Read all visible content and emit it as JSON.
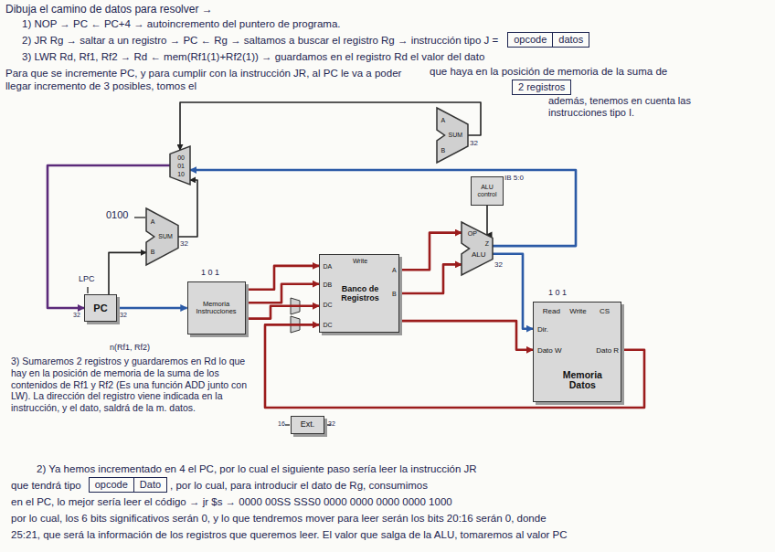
{
  "diagram": {
    "nodes": [
      {
        "text": [
          "opcode",
          "datos"
        ]
      },
      {
        "text": [
          "2 registros"
        ]
      },
      {
        "text": [
          "A",
          "B",
          "SUM"
        ]
      },
      {
        "text": [
          "00",
          "01",
          "10"
        ]
      },
      {
        "text": [
          "ALU control"
        ]
      },
      {
        "text": [
          "A",
          "B",
          "SUM"
        ]
      },
      {
        "text": [
          "OP",
          "Z",
          "ALU"
        ]
      },
      {
        "text": [
          "Write",
          "DA",
          "DB",
          "DC",
          "DC",
          "Banco de Registros",
          "A",
          "B"
        ]
      },
      {
        "text": [
          "PC"
        ]
      },
      {
        "text": [
          "Memoria Instrucciones"
        ]
      },
      {
        "text": [
          "Read",
          "Write",
          "CS",
          "Dir.",
          "Dato W",
          "Dato R",
          "Memoria Datos"
        ]
      },
      {
        "text": [
          "Ext."
        ]
      },
      {
        "text": [
          "opcode",
          "Dato"
        ]
      }
    ],
    "edges": [
      {
        "from": 8,
        "to": 9,
        "arrow": "to"
      },
      {
        "from": 8,
        "to": 5,
        "arrow": "to"
      },
      {
        "from": 5,
        "to": 3,
        "arrow": "to"
      },
      {
        "from": 2,
        "to": 3,
        "arrow": "to"
      },
      {
        "from": 6,
        "to": 3,
        "arrow": "to"
      },
      {
        "from": 4,
        "to": 6,
        "arrow": "to"
      },
      {
        "from": 7,
        "to": 6,
        "arrow": "to"
      },
      {
        "from": 7,
        "to": 6,
        "arrow": "to"
      },
      {
        "from": 7,
        "to": 10,
        "arrow": "to"
      },
      {
        "from": 6,
        "to": 10,
        "arrow": "to"
      },
      {
        "from": 10,
        "to": 7,
        "arrow": "to"
      },
      {
        "from": 9,
        "to": 7,
        "arrow": "to"
      },
      {
        "from": 9,
        "to": 7,
        "arrow": "to"
      },
      {
        "from": 9,
        "to": 7,
        "arrow": "to"
      },
      {
        "from": 3,
        "to": 8,
        "arrow": "to"
      }
    ],
    "labels": [
      "Dibuja el camino de datos para resolver →",
      "1) NOP → PC ← PC+4 → autoincremento del puntero de programa.",
      "2) JR Rg → saltar a un registro → PC ← Rg → saltamos a buscar el registro Rg → instrucción tipo J =",
      "3) LWR Rd, Rf1, Rf2 → Rd ← mem(Rf1(1)+Rf2(1)) → guardamos en el registro Rd el valor del dato",
      "Para que se incremente PC, y para cumplir con la instrucción JR, al PC le va a poder llegar incremento de 3 posibles, tomos el",
      "que haya en la posición de memoria de la suma de",
      "además, tenemos en cuenta las instrucciones tipo I.",
      "32",
      "IB 5:0",
      "0100",
      "32",
      "LPC",
      "32",
      "32",
      "1 0 1",
      "32",
      "1 0 1",
      "n(Rf1, Rf2)",
      "3) Sumaremos 2 registros y guardaremos en Rd lo que hay en la posición de memoria de la suma de los contenidos de Rf1 y Rf2 (Es una función ADD junto con LW). La dirección del registro viene indicada en la instrucción, y el dato, saldrá de la m. datos.",
      "16",
      "32",
      "2) Ya hemos incrementado en 4 el PC, por lo cual el siguiente paso sería leer la instrucción JR",
      "que tendrá tipo",
      ", por lo cual, para introducir el dato de Rg, consumimos",
      "en el PC, lo mejor sería leer el código → jr $s → 0000 00SS SSS0 0000 0000 0000 0000 1000",
      "por lo cual, los 6 bits significativos serán 0, y lo que tendremos mover para leer serán los bits 20:16 serán 0, donde",
      "25:21, que será la información de los registros que queremos leer. El valor que salga de la ALU, tomaremos al valor PC"
    ]
  }
}
